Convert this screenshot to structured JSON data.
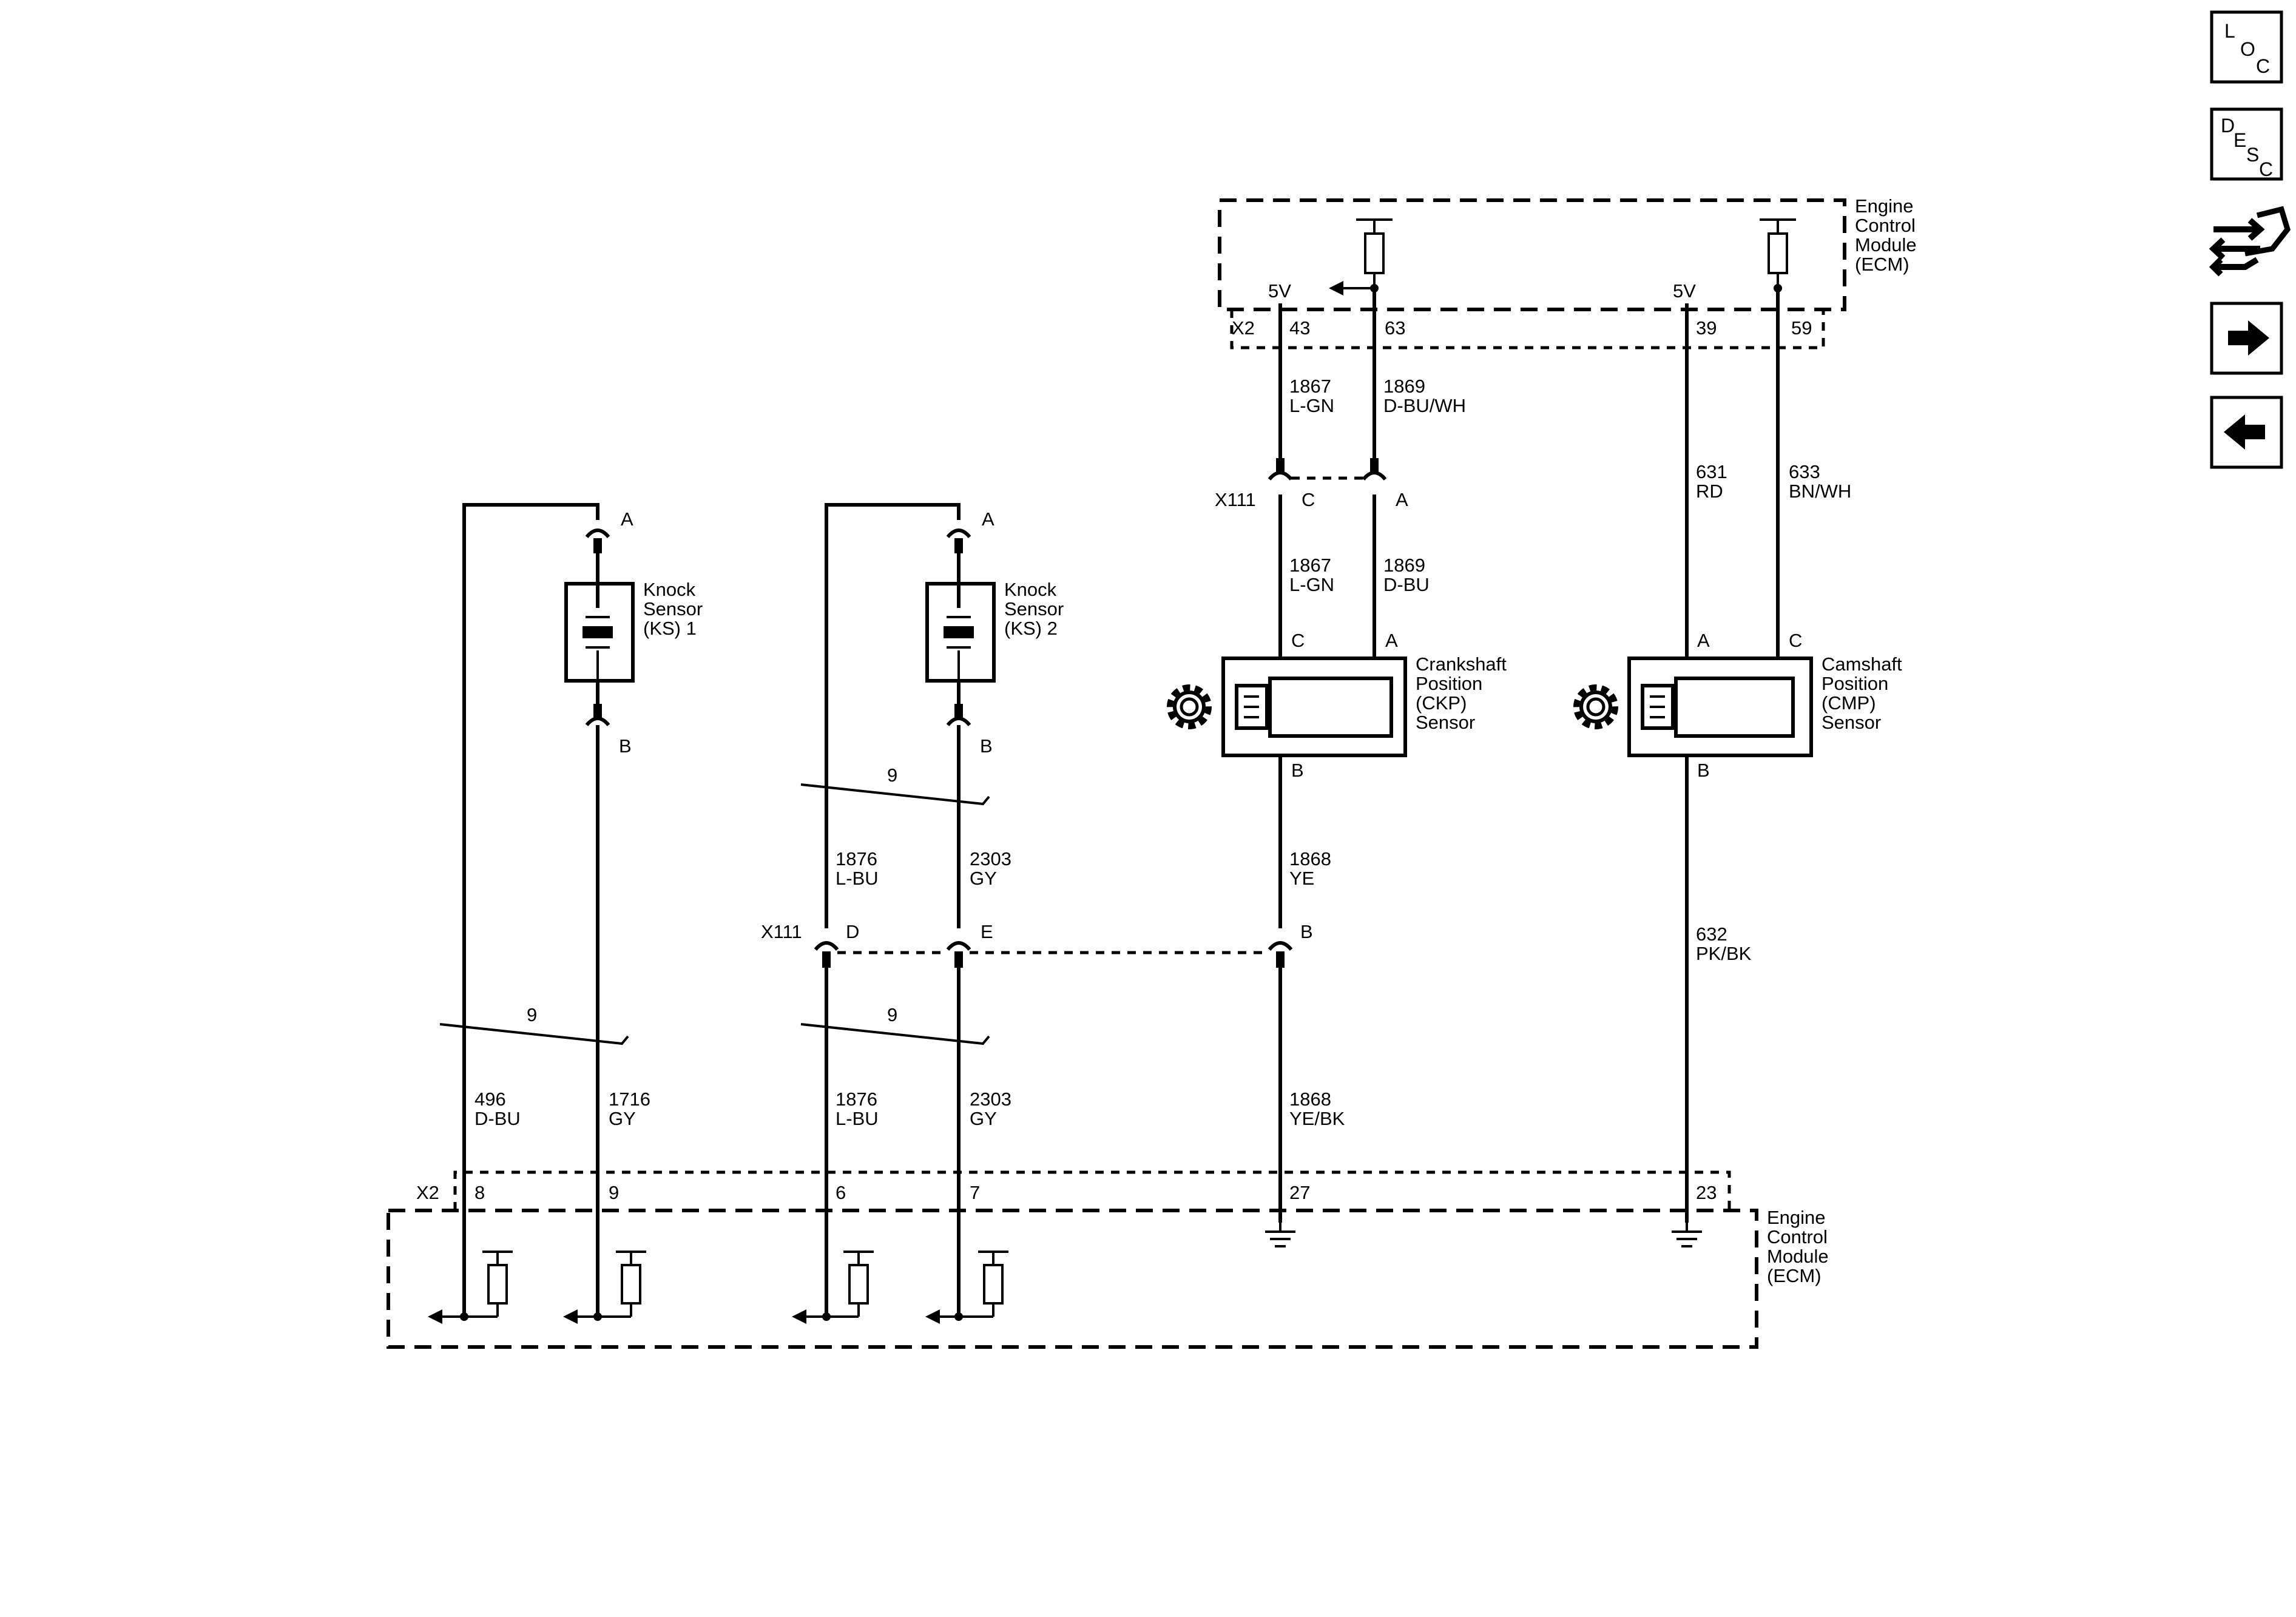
{
  "ecm_label": [
    "Engine",
    "Control",
    "Module",
    "(ECM)"
  ],
  "x2_label": "X2",
  "x111_label": "X111",
  "top_pins": {
    "p43": "43",
    "p63": "63",
    "p39": "39",
    "p59": "59"
  },
  "v5": "5V",
  "bottom_pins": {
    "p8": "8",
    "p9": "9",
    "p6": "6",
    "p7": "7",
    "p27": "27",
    "p23": "23"
  },
  "wires": {
    "w1867_top": [
      "1867",
      "L-GN"
    ],
    "w1869_top": [
      "1869",
      "D-BU/WH"
    ],
    "w631": [
      "631",
      "RD"
    ],
    "w633": [
      "633",
      "BN/WH"
    ],
    "w1867_mid": [
      "1867",
      "L-GN"
    ],
    "w1869_mid": [
      "1869",
      "D-BU"
    ],
    "w1876_mid": [
      "1876",
      "L-BU"
    ],
    "w2303_mid": [
      "2303",
      "GY"
    ],
    "w1868_mid": [
      "1868",
      "YE"
    ],
    "w632": [
      "632",
      "PK/BK"
    ],
    "w496": [
      "496",
      "D-BU"
    ],
    "w1716": [
      "1716",
      "GY"
    ],
    "w1876_bot": [
      "1876",
      "L-BU"
    ],
    "w2303_bot": [
      "2303",
      "GY"
    ],
    "w1868_bot": [
      "1868",
      "YE/BK"
    ]
  },
  "shield_label": "9",
  "terminals": {
    "a": "A",
    "b": "B",
    "c": "C",
    "d": "D",
    "e": "E"
  },
  "ks1_label": [
    "Knock",
    "Sensor",
    "(KS) 1"
  ],
  "ks2_label": [
    "Knock",
    "Sensor",
    "(KS) 2"
  ],
  "ckp_label": [
    "Crankshaft",
    "Position",
    "(CKP)",
    "Sensor"
  ],
  "cmp_label": [
    "Camshaft",
    "Position",
    "(CMP)",
    "Sensor"
  ],
  "side_buttons": {
    "loc": [
      "L",
      "O",
      "C"
    ],
    "desc": [
      "D",
      "E",
      "S",
      "C"
    ],
    "connector_icon": "connector-end-view-icon",
    "next_icon": "right-arrow-icon",
    "prev_icon": "left-arrow-icon"
  }
}
